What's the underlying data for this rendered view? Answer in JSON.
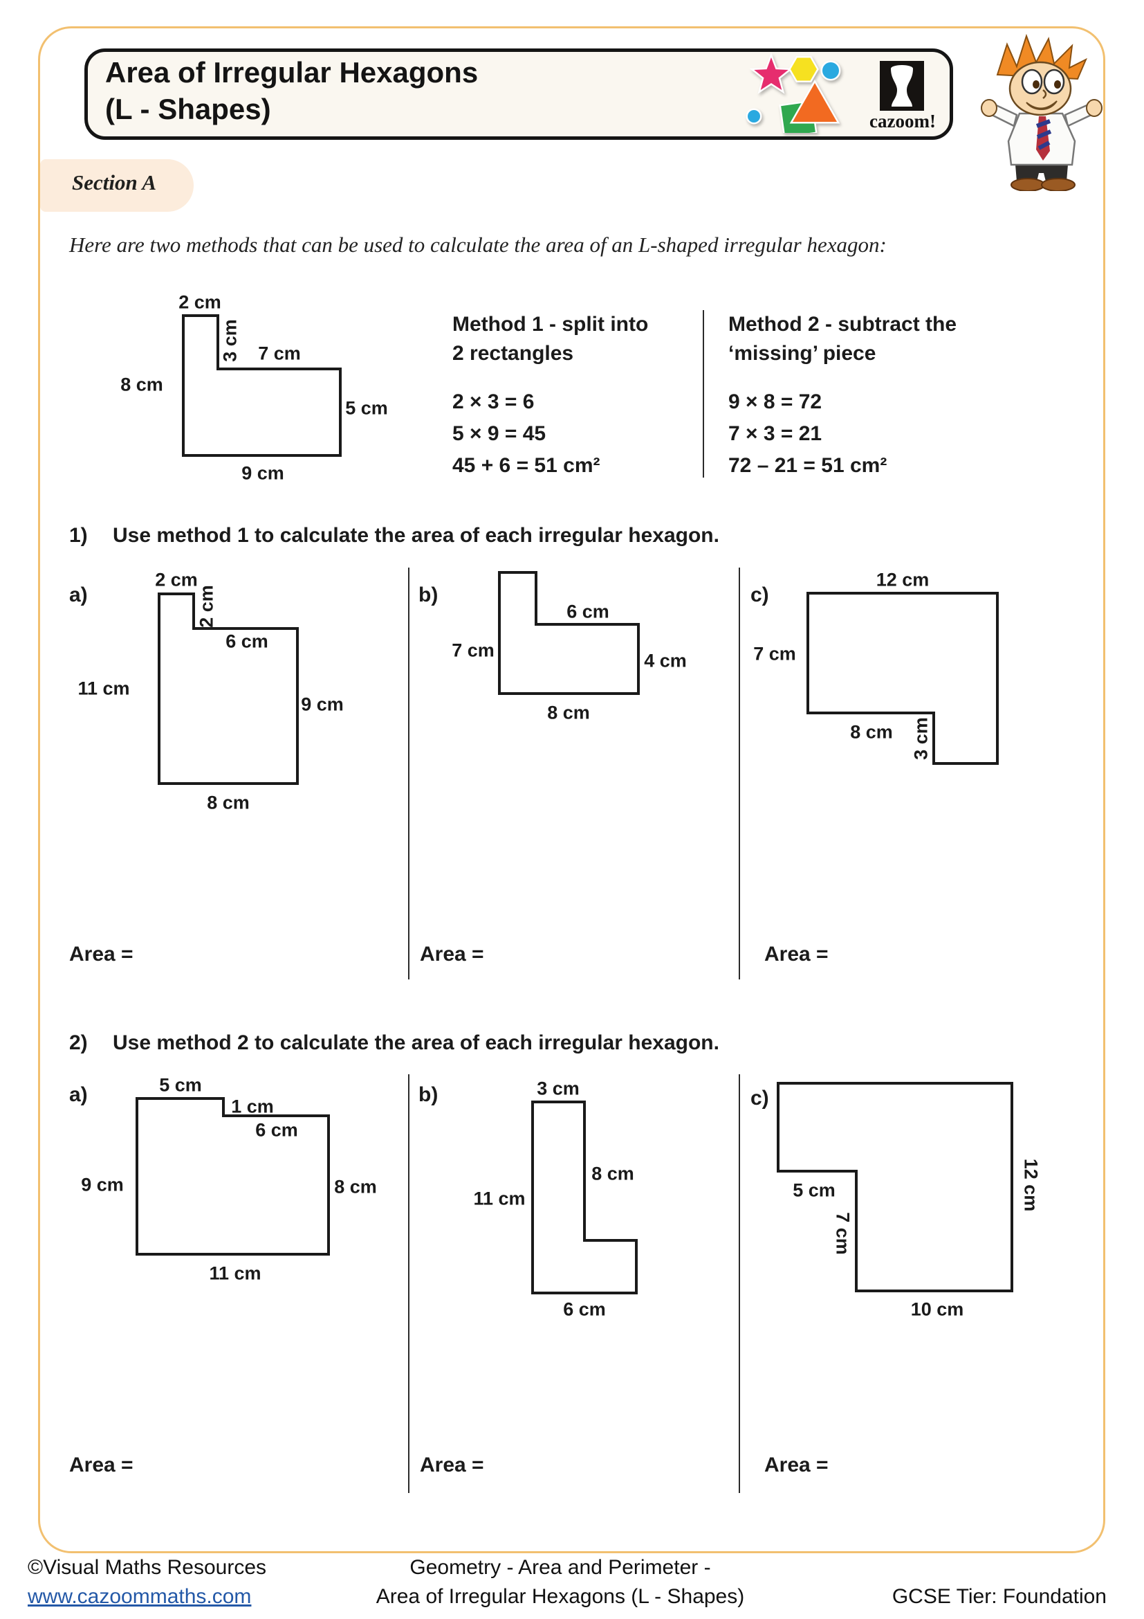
{
  "header": {
    "title_line1": "Area of Irregular Hexagons",
    "title_line2": "(L - Shapes)",
    "brand": "cazoom!"
  },
  "section_label": "Section A",
  "intro": "Here are two methods that can be used to calculate the area of an L-shaped irregular hexagon:",
  "example": {
    "dims": {
      "top": "2 cm",
      "step": "3 cm",
      "mid": "7 cm",
      "left": "8 cm",
      "right": "5 cm",
      "bottom": "9 cm"
    },
    "method1": {
      "title_line1": "Method 1 - split into",
      "title_line2": "2 rectangles",
      "eq1": "2 × 3 = 6",
      "eq2": "5 × 9 = 45",
      "eq3": "45 + 6 = 51 cm²"
    },
    "method2": {
      "title_line1": "Method 2 - subtract the",
      "title_line2": "‘missing’ piece",
      "eq1": "9 × 8 = 72",
      "eq2": "7 × 3 = 21",
      "eq3": "72 – 21 = 51 cm²"
    }
  },
  "q1": {
    "number": "1)",
    "prompt": "Use method 1 to calculate the area of each irregular hexagon.",
    "area_label": "Area =",
    "parts": {
      "a": {
        "label": "a)",
        "dims": {
          "top": "2 cm",
          "step": "2 cm",
          "mid": "6 cm",
          "left": "11 cm",
          "right": "9 cm",
          "bottom": "8 cm"
        }
      },
      "b": {
        "label": "b)",
        "dims": {
          "mid": "6 cm",
          "left": "7 cm",
          "right": "4 cm",
          "bottom": "8 cm"
        }
      },
      "c": {
        "label": "c)",
        "dims": {
          "top": "12 cm",
          "left": "7 cm",
          "step_h": "8 cm",
          "step_v": "3 cm"
        }
      }
    }
  },
  "q2": {
    "number": "2)",
    "prompt": "Use method 2 to calculate the area of each irregular hexagon.",
    "area_label": "Area =",
    "parts": {
      "a": {
        "label": "a)",
        "dims": {
          "top": "5 cm",
          "step": "1 cm",
          "mid": "6 cm",
          "left": "9 cm",
          "right": "8 cm",
          "bottom": "11 cm"
        }
      },
      "b": {
        "label": "b)",
        "dims": {
          "top": "3 cm",
          "right": "8 cm",
          "left": "11 cm",
          "bottom": "6 cm"
        }
      },
      "c": {
        "label": "c)",
        "dims": {
          "step_h": "5 cm",
          "step_v": "7 cm",
          "bottom": "10 cm",
          "right": "12 cm"
        }
      }
    }
  },
  "footer": {
    "copyright": "©Visual Maths Resources",
    "url": "www.cazoommaths.com",
    "center_line1": "Geometry - Area and Perimeter -",
    "center_line2": "Area of Irregular Hexagons (L - Shapes)",
    "right": "GCSE Tier: Foundation"
  }
}
